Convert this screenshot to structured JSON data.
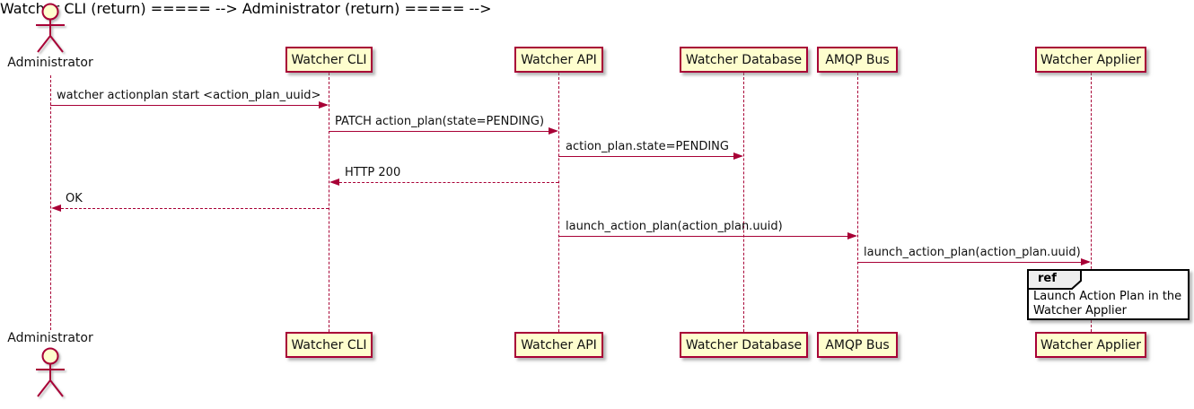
{
  "diagram": {
    "type": "uml-sequence",
    "actor": {
      "name": "Administrator"
    },
    "participants": [
      {
        "label": "Watcher CLI"
      },
      {
        "label": "Watcher API"
      },
      {
        "label": "Watcher Database"
      },
      {
        "label": "AMQP Bus"
      },
      {
        "label": "Watcher Applier"
      }
    ],
    "messages": [
      {
        "from": "Administrator",
        "to": "Watcher CLI",
        "label": "watcher actionplan start <action_plan_uuid>",
        "style": "solid"
      },
      {
        "from": "Watcher CLI",
        "to": "Watcher API",
        "label": "PATCH action_plan(state=PENDING)",
        "style": "solid"
      },
      {
        "from": "Watcher API",
        "to": "Watcher Database",
        "label": "action_plan.state=PENDING",
        "style": "solid"
      },
      {
        "from": "Watcher API",
        "to": "Watcher CLI",
        "label": "HTTP 200",
        "style": "dashed"
      },
      {
        "from": "Watcher CLI",
        "to": "Administrator",
        "label": "OK",
        "style": "dashed"
      },
      {
        "from": "Watcher API",
        "to": "AMQP Bus",
        "label": "launch_action_plan(action_plan.uuid)",
        "style": "solid"
      },
      {
        "from": "AMQP Bus",
        "to": "Watcher Applier",
        "label": "launch_action_plan(action_plan.uuid)",
        "style": "solid"
      }
    ],
    "ref": {
      "keyword": "ref",
      "over": "Watcher Applier",
      "line1": "Launch Action Plan in the",
      "line2": "Watcher Applier"
    },
    "colors": {
      "border": "#A80036",
      "participant_fill": "#FEFECE",
      "arrow": "#A80036",
      "ref_header_fill": "#EEEEEE",
      "ref_border": "#000000",
      "text": "#000000"
    }
  }
}
